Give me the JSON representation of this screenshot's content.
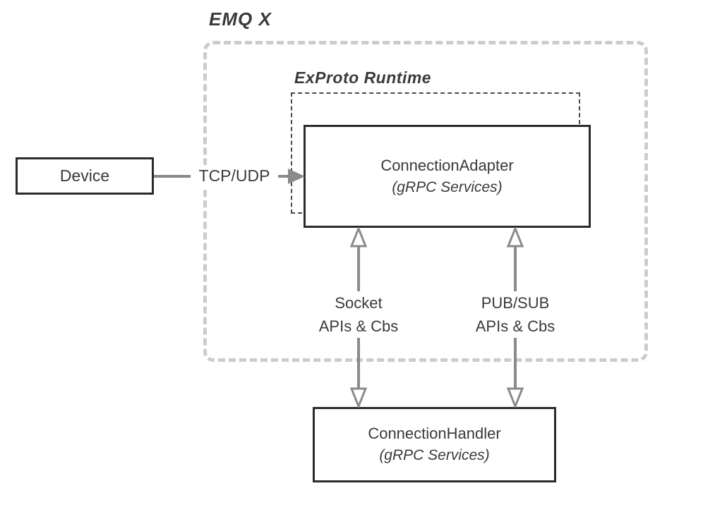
{
  "diagram": {
    "outer_container_label": "EMQ X",
    "runtime_container_label": "ExProto Runtime",
    "nodes": {
      "device": {
        "title": "Device"
      },
      "connection_adapter": {
        "title": "ConnectionAdapter",
        "subtitle": "(gRPC Services)"
      },
      "connection_handler": {
        "title": "ConnectionHandler",
        "subtitle": "(gRPC Services)"
      }
    },
    "edges": {
      "tcp_udp": {
        "label": "TCP/UDP"
      },
      "socket": {
        "line1": "Socket",
        "line2": "APIs & Cbs"
      },
      "pubsub": {
        "line1": "PUB/SUB",
        "line2": "APIs & Cbs"
      }
    },
    "colors": {
      "box_border": "#2b2b2b",
      "outer_dash": "#cccccc",
      "inner_dash": "#4a4a4a",
      "arrow": "#8a8a8a",
      "text": "#3a3a3a"
    }
  }
}
